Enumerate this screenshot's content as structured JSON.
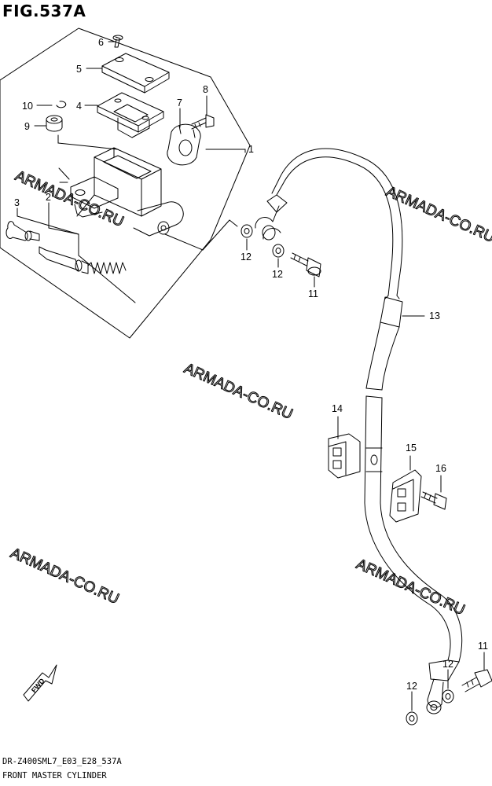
{
  "figure": {
    "title": "FIG.537A",
    "model_code": "DR-Z400SML7_E03_E28_537A",
    "caption": "FRONT MASTER CYLINDER"
  },
  "watermark": {
    "text": "ARMADA-CO.RU",
    "color": "#9e9e9e"
  },
  "callouts": {
    "c1": "1",
    "c2": "2",
    "c3": "3",
    "c4": "4",
    "c5": "5",
    "c6": "6",
    "c7": "7",
    "c8": "8",
    "c9": "9",
    "c10": "10",
    "c11a": "11",
    "c11b": "11",
    "c12a": "12",
    "c12b": "12",
    "c12c": "12",
    "c13": "13",
    "c14": "14",
    "c15": "15",
    "c16": "16"
  },
  "fwd_label": "FWD",
  "colors": {
    "line": "#000000",
    "background": "#ffffff"
  }
}
